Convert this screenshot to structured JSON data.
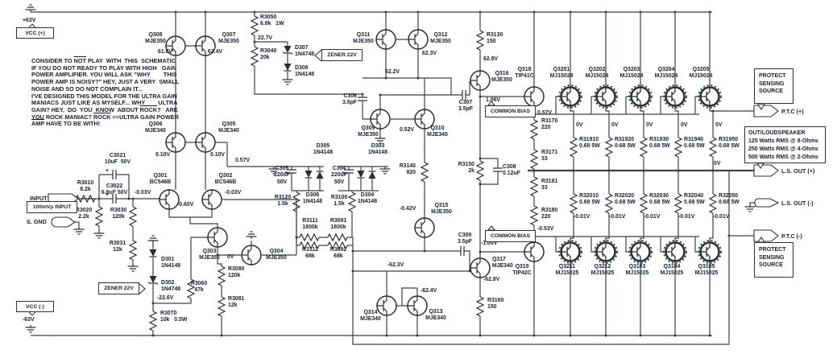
{
  "colors": {
    "background": "#ffffff",
    "ink": "#151d28",
    "wire": "#39433c",
    "symbol": "#28302c"
  },
  "power": {
    "vcc_plus": "VCC (+)",
    "vcc_plus_volt": "+63V",
    "vcc_minus": "VCC (-)",
    "vcc_minus_volt": "-63V"
  },
  "connectors": {
    "input": "INPUT",
    "sgnd": "S. GND",
    "ptc_p": "P.T.C (+)",
    "ls_p": "L.S. OUT (+)",
    "ls_m": "L.S. OUT (-)",
    "ptc_m": "P.T.C (-)"
  },
  "callouts": {
    "mv_input": "100mVp INPUT",
    "zener": "ZENER 22V",
    "common_bias": "COMMON BIAS",
    "protect": "PROTECT\nSENSING\nSOURCE",
    "out_title": "OUT/LOUDSPEAKER",
    "out_l1": "125 Watts RMS @ 8-Ohms",
    "out_l2": "250 Watts RMS @ 4-Ohms",
    "out_l3": "500 Watts RMS @ 2-Ohms"
  },
  "notes": {
    "lines": [
      [
        {
          "t": "CONSIDER TO "
        },
        {
          "t": "NOT",
          "ov": true
        },
        {
          "t": " PLAY  WITH  THIS  SCHEMATIC"
        }
      ],
      [
        {
          "t": "IF YOU DO NOT READY TO PLAY WITH HIGH   GAIN"
        }
      ],
      [
        {
          "t": "POWER AMPLIFIER. YOU WILL ASK \"WHY        THIS"
        }
      ],
      [
        {
          "t": "POWER AMP IS NOISY?\" HEY, JUST A VERY  SMALL"
        }
      ],
      [
        {
          "t": "NOISE AND SO DO NOT COMPLAIN IT..."
        }
      ],
      [
        {
          "t": "I'VE DESIGNED THIS MODEL FOR THE ULTRA GAIN"
        }
      ],
      [
        {
          "t": "MANIACS JUST LIKE AS MYSELF... WHY        ULTRA"
        }
      ],
      [
        {
          "t": "GAIN? HEY,  DO  YOU  KNOW  ABOUT "
        },
        {
          "t": "ROCK",
          "ov": true
        },
        {
          "t": "?   ARE"
        }
      ],
      [
        {
          "t": "YOU ROCK MANIAC? "
        },
        {
          "t": "ROCK",
          "ov": true
        },
        {
          "t": " ==ULTRA GAIN POWER"
        }
      ],
      [
        {
          "t": "AMP",
          "ov": true
        },
        {
          "t": " HAVE TO BE WITH!"
        }
      ]
    ]
  },
  "labels": [
    [
      "v-plus-63",
      "+63V",
      28,
      22,
      "l"
    ],
    [
      "v-minus-63",
      "-63V",
      28,
      394,
      "l"
    ],
    [
      "q308-label",
      "Q308\nMJE350",
      193,
      40,
      "c"
    ],
    [
      "q307-label",
      "Q307\nMJE350",
      284,
      40,
      "c"
    ],
    [
      "v-61-6",
      "61.6V",
      196,
      61,
      "l"
    ],
    [
      "v-62-4",
      "62.4V",
      258,
      61,
      "l"
    ],
    [
      "q306-label",
      "Q306\nMJE340",
      193,
      151,
      "c"
    ],
    [
      "q305-label",
      "Q305\nMJE340",
      284,
      151,
      "c"
    ],
    [
      "v-0-10-a",
      "0.10V",
      193,
      189,
      "l"
    ],
    [
      "v-0-10-b",
      "0.10V",
      261,
      189,
      "l"
    ],
    [
      "v-0-57-a",
      "0.57V",
      292,
      196,
      "l"
    ],
    [
      "q301-label",
      "Q301\nBC546B",
      199,
      215,
      "c"
    ],
    [
      "q302-label",
      "Q302\nBC546B",
      280,
      215,
      "c"
    ],
    [
      "v-m0-03-a",
      "-0.03V",
      167,
      236,
      "l"
    ],
    [
      "v-m0-03-b",
      "-0.03V",
      279,
      236,
      "l"
    ],
    [
      "v-m0-60",
      "-0.60V",
      220,
      251,
      "l"
    ],
    [
      "r3010-label",
      "R3010\n8.2k",
      106,
      224,
      "c"
    ],
    [
      "c3021-label",
      "C3021\n10uF  50V",
      146,
      190,
      "c"
    ],
    [
      "c3022-label",
      "C3022\n6.8uF 50V",
      142,
      228,
      "c"
    ],
    [
      "c3021-plus",
      "+",
      131,
      209,
      "l"
    ],
    [
      "c3022-plus",
      "+",
      131,
      239,
      "l"
    ],
    [
      "r3020-label",
      "R3020\n2.2k",
      104,
      258,
      "c"
    ],
    [
      "r3030-label",
      "R3030\n120k",
      147,
      258,
      "c"
    ],
    [
      "r3031-label",
      "R3031\n12k",
      146,
      299,
      "c"
    ],
    [
      "d301-label",
      "D301\n1N4148",
      200,
      319,
      "l"
    ],
    [
      "d302-label",
      "D302\n1N4748",
      200,
      348,
      "l"
    ],
    [
      "v-m22-6",
      "-22.6V",
      195,
      367,
      "l"
    ],
    [
      "r3070-label",
      "R3070\n10k   0.5W",
      199,
      386,
      "l"
    ],
    [
      "r3060-label",
      "R3060\n47k",
      247,
      349,
      "c"
    ],
    [
      "q303-label",
      "Q303\nMJE350",
      260,
      309,
      "c"
    ],
    [
      "v-0v-q303",
      "0V",
      282,
      316,
      "l"
    ],
    [
      "r3080-label",
      "R3080\n120k",
      283,
      331,
      "l"
    ],
    [
      "r3081-label",
      "R3081\n12k",
      283,
      368,
      "l"
    ],
    [
      "q304-label",
      "Q304\nMJE350",
      343,
      309,
      "c"
    ],
    [
      "r3050-label",
      "R3050\n6.8k   1W",
      323,
      18,
      "l"
    ],
    [
      "v-22-7",
      "22.7V",
      320,
      44,
      "l"
    ],
    [
      "r3040-label",
      "R3040\n20k",
      323,
      60,
      "l"
    ],
    [
      "d307-label",
      "D307\n1N4748",
      366,
      56,
      "l"
    ],
    [
      "d308-label",
      "D308\n1N4148",
      366,
      81,
      "l"
    ],
    [
      "c305-label",
      "C305\n220uF\n50V",
      350,
      206,
      "c"
    ],
    [
      "c305-plus",
      "+",
      353,
      212,
      "l"
    ],
    [
      "d305-label",
      "D305\n1N4148",
      401,
      178,
      "c"
    ],
    [
      "d306-label",
      "D306\n1N4148",
      388,
      239,
      "c"
    ],
    [
      "r3120-label",
      "R3120\n1.5k",
      351,
      242,
      "c"
    ],
    [
      "c304-label",
      "C304\n220uF\n50V",
      421,
      206,
      "c"
    ],
    [
      "c304-plus",
      "+",
      424,
      212,
      "l"
    ],
    [
      "d303-label",
      "D303\n1N4148",
      469,
      178,
      "c"
    ],
    [
      "d304-label",
      "D304\n1N4148",
      456,
      239,
      "c"
    ],
    [
      "r3100-label",
      "R3100\n1.5k",
      421,
      242,
      "c"
    ],
    [
      "r3111-label",
      "R3111\n1800k",
      385,
      271,
      "c"
    ],
    [
      "r3091-label",
      "R3091\n1800k",
      420,
      271,
      "c"
    ],
    [
      "r3112-label",
      "R3112\n68k",
      385,
      307,
      "c"
    ],
    [
      "r3092-label",
      "R3092\n68k",
      420,
      307,
      "c"
    ],
    [
      "q311-label",
      "Q311\nMJE350",
      451,
      40,
      "c"
    ],
    [
      "q312-label",
      "Q312\nMJE350",
      547,
      40,
      "c"
    ],
    [
      "v-62-3",
      "62.3V",
      524,
      63,
      "l"
    ],
    [
      "v-62-2",
      "62.2V",
      478,
      86,
      "l"
    ],
    [
      "c306-label",
      "C306\n3.5pF",
      443,
      116,
      "r"
    ],
    [
      "q309-label",
      "Q309\nMJE350",
      457,
      156,
      "c"
    ],
    [
      "q310-label",
      "Q310\nMJE340",
      543,
      156,
      "c"
    ],
    [
      "v-0-52",
      "0.52V",
      496,
      158,
      "l"
    ],
    [
      "r3140-label",
      "R3140\n820",
      516,
      203,
      "r"
    ],
    [
      "v-m0-42",
      "-0.42V",
      496,
      256,
      "l"
    ],
    [
      "q315-label",
      "Q315\nMJE350",
      548,
      252,
      "c"
    ],
    [
      "c307-label",
      "C307\n3.5pF",
      578,
      124,
      "c"
    ],
    [
      "q316-label",
      "Q316\nMJE350",
      623,
      88,
      "c"
    ],
    [
      "v-62-8",
      "62.8V",
      600,
      70,
      "l"
    ],
    [
      "r3130-label",
      "R3130\n150",
      604,
      40,
      "l"
    ],
    [
      "v-1-06",
      "1.06V",
      603,
      121,
      "l"
    ],
    [
      "r3150-label",
      "R3150\n2k",
      589,
      201,
      "r"
    ],
    [
      "c308-label",
      "C308\n0.12uF",
      624,
      204,
      "l"
    ],
    [
      "v-m1-00",
      "-1.00V",
      597,
      299,
      "l"
    ],
    [
      "q317-label",
      "Q317\nMJE340",
      611,
      319,
      "l"
    ],
    [
      "v-m62-8",
      "-62.8V",
      600,
      344,
      "l"
    ],
    [
      "r3160-label",
      "R3160\n150",
      605,
      370,
      "l"
    ],
    [
      "c309-label",
      "C309\n3.5pF",
      577,
      289,
      "c"
    ],
    [
      "v-m62-3",
      "-62.3V",
      481,
      326,
      "l"
    ],
    [
      "v-m62-4",
      "-62.4V",
      522,
      358,
      "l"
    ],
    [
      "q314-label",
      "Q314\nMJE340",
      460,
      385,
      "c"
    ],
    [
      "q313-label",
      "Q313\nMJE340",
      541,
      384,
      "c"
    ],
    [
      "q318-label",
      "Q318\nTIP41C",
      651,
      83,
      "c"
    ],
    [
      "q319-label",
      "Q319\nTIP42C",
      648,
      328,
      "c"
    ],
    [
      "v-0-57-b",
      "0.57V",
      667,
      137,
      "l"
    ],
    [
      "r3170-label",
      "R3170\n220",
      672,
      147,
      "l"
    ],
    [
      "r3171-label",
      "R3171\n33",
      672,
      186,
      "l"
    ],
    [
      "r3181-label",
      "R3181\n33",
      672,
      222,
      "l"
    ],
    [
      "r3180-label",
      "R3180\n220",
      672,
      258,
      "l"
    ],
    [
      "v-m0-53",
      "-0.53V",
      667,
      281,
      "l"
    ],
    [
      "q3201-label",
      "Q3201\nMJ15024",
      697,
      83,
      "c"
    ],
    [
      "q3202-label",
      "Q3202\nMJ15024",
      741,
      83,
      "c"
    ],
    [
      "q3203-label",
      "Q3203\nMJ15024",
      784,
      83,
      "c"
    ],
    [
      "q3204-label",
      "Q3204\nMJ15024",
      827,
      83,
      "c"
    ],
    [
      "q3205-label",
      "Q3205\nMJ15024",
      870,
      83,
      "c"
    ],
    [
      "v-0v-1",
      "0V",
      715,
      152,
      "l"
    ],
    [
      "v-0v-2",
      "0V",
      759,
      152,
      "l"
    ],
    [
      "v-0v-3",
      "0V",
      802,
      152,
      "l"
    ],
    [
      "v-0v-4",
      "0V",
      845,
      152,
      "l"
    ],
    [
      "v-0v-5",
      "0V",
      888,
      152,
      "l"
    ],
    [
      "r31910-label",
      "R31910\n0.68 5W",
      719,
      170,
      "l"
    ],
    [
      "r31920-label",
      "R31920\n0.68 5W",
      763,
      170,
      "l"
    ],
    [
      "r31930-label",
      "R31930\n0.68 5W",
      806,
      170,
      "l"
    ],
    [
      "r31940-label",
      "R31940\n0.68 5W",
      849,
      170,
      "l"
    ],
    [
      "r31950-label",
      "R31950\n0.68 5W",
      892,
      170,
      "l"
    ],
    [
      "v-0v-rail",
      "0V",
      886,
      200,
      "l"
    ],
    [
      "r32010-label",
      "R32010\n0.68 5W",
      719,
      240,
      "l"
    ],
    [
      "r32020-label",
      "R32020\n0.68 5W",
      763,
      240,
      "l"
    ],
    [
      "r32030-label",
      "R32030\n0.68 5W",
      806,
      240,
      "l"
    ],
    [
      "r32040-label",
      "R32040\n0.68 5W",
      849,
      240,
      "l"
    ],
    [
      "r32050-label",
      "R32050\n0.68 5W",
      892,
      240,
      "l"
    ],
    [
      "v-m0-01-1",
      "-0.01V",
      712,
      266,
      "l"
    ],
    [
      "v-m0-01-2",
      "-0.01V",
      756,
      266,
      "l"
    ],
    [
      "v-m0-01-3",
      "-0.01V",
      799,
      266,
      "l"
    ],
    [
      "v-m0-01-4",
      "-0.01V",
      842,
      266,
      "l"
    ],
    [
      "v-m0-01-5",
      "-0.01V",
      885,
      266,
      "l"
    ],
    [
      "q3211-label",
      "Q3211\nMJ15025",
      704,
      328,
      "c"
    ],
    [
      "q3212-label",
      "Q3212\nMJ15025",
      748,
      328,
      "c"
    ],
    [
      "q3183-label",
      "Q3183\nMJ15025",
      791,
      328,
      "c"
    ],
    [
      "q3184-label",
      "Q3184\nMJ15025",
      834,
      328,
      "c"
    ],
    [
      "q3185-label",
      "Q3185\nMJ15025",
      877,
      328,
      "c"
    ]
  ]
}
